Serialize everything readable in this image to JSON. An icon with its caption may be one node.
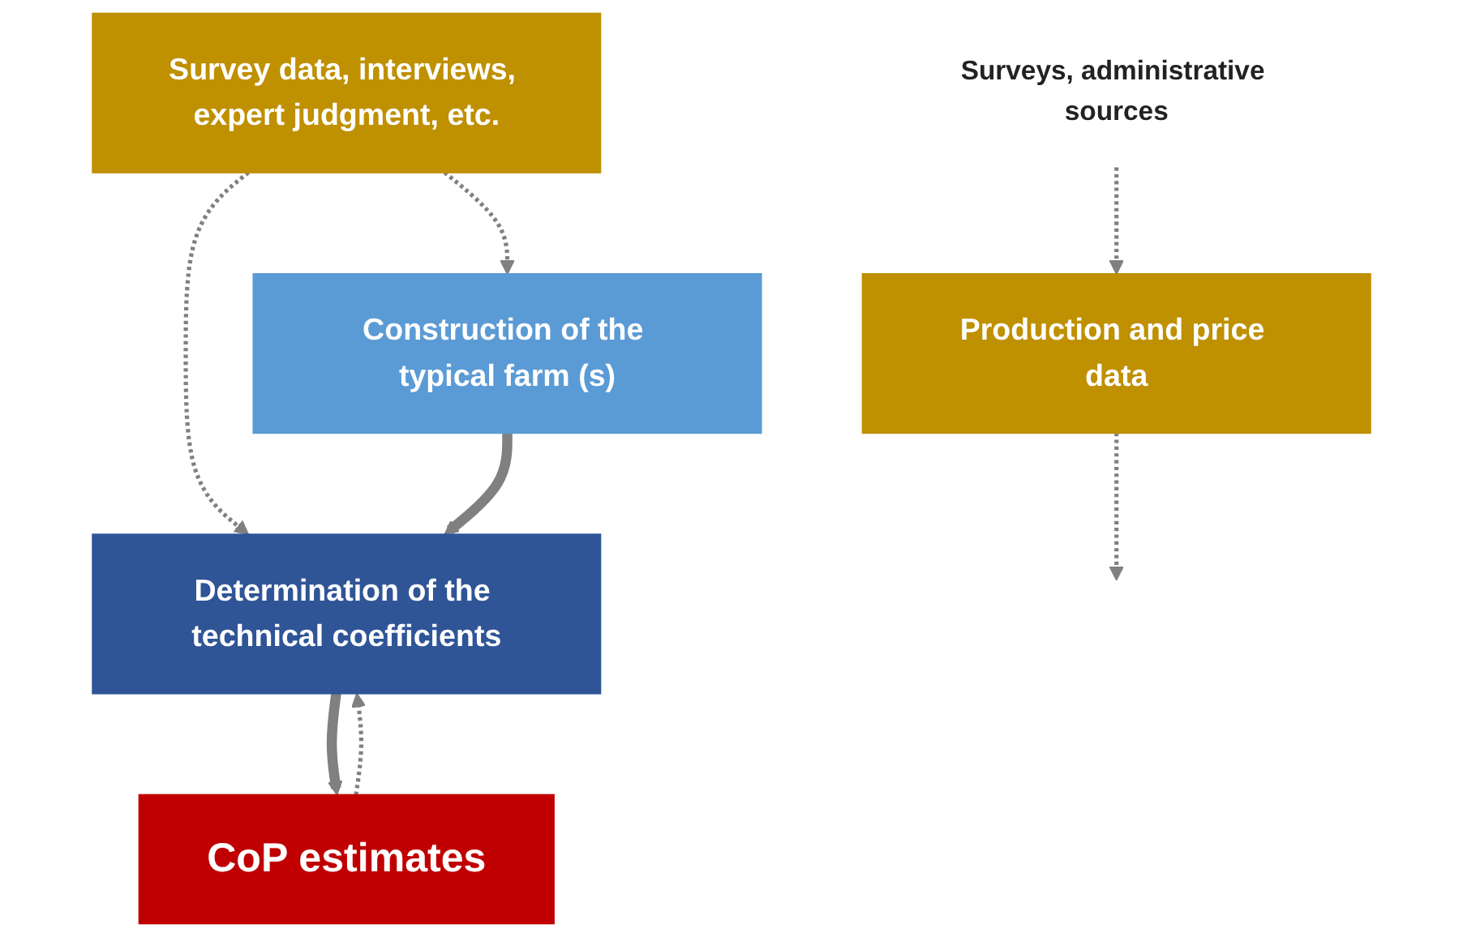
{
  "diagram": {
    "nodes": [
      {
        "text": [
          "Survey data, interviews, expert judgment, etc."
        ]
      },
      {
        "text": [
          "Construction of the typical farm (s)"
        ]
      },
      {
        "text": [
          "Determination of the technical coefficients"
        ]
      },
      {
        "text": [
          "CoP estimates"
        ]
      },
      {
        "text": [
          "Production and price data"
        ]
      },
      {
        "text": [
          "Surveys, administrative sources"
        ]
      }
    ],
    "edges": [
      {
        "from": 0,
        "to": 1,
        "arrow": "to",
        "style": "dashed"
      },
      {
        "from": 0,
        "to": 2,
        "arrow": "to",
        "style": "dashed"
      },
      {
        "from": 1,
        "to": 2,
        "arrow": "to",
        "style": "thick"
      },
      {
        "from": 2,
        "to": 3,
        "arrow": "to",
        "style": "thick"
      },
      {
        "from": 3,
        "to": 2,
        "arrow": "to",
        "style": "dashed"
      },
      {
        "from": 4,
        "to": null,
        "arrow": "to",
        "style": "dashed"
      },
      {
        "from": 5,
        "to": 4,
        "arrow": "to",
        "style": "dashed"
      }
    ]
  }
}
